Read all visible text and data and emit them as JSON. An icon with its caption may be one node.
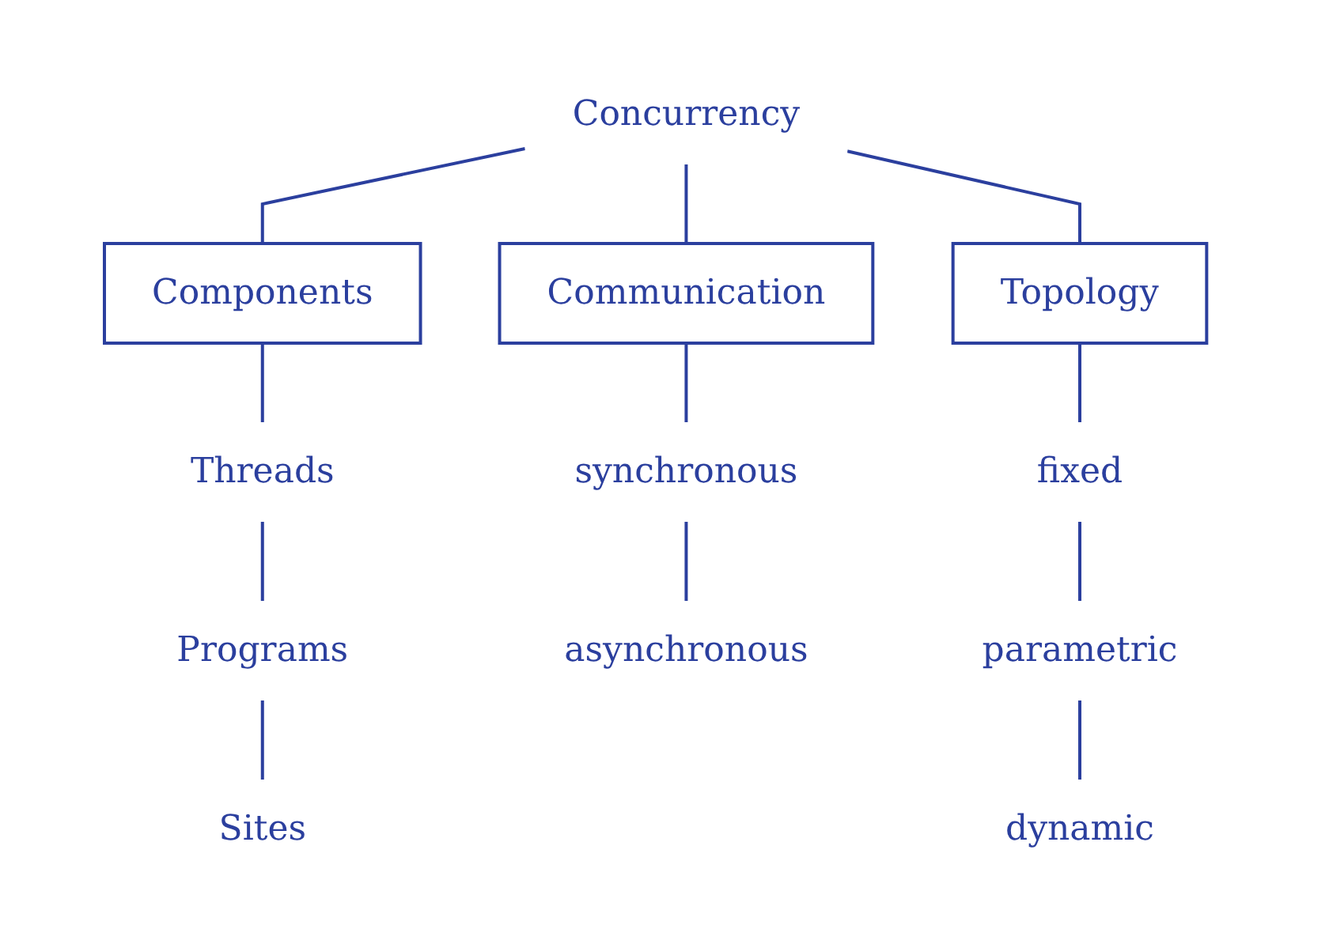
{
  "diagram": {
    "nodes": [
      {
        "text": [
          "Concurrency"
        ]
      },
      {
        "text": [
          "Components"
        ]
      },
      {
        "text": [
          "Communication"
        ]
      },
      {
        "text": [
          "Topology"
        ]
      },
      {
        "text": [
          "Threads"
        ]
      },
      {
        "text": [
          "Programs"
        ]
      },
      {
        "text": [
          "Sites"
        ]
      },
      {
        "text": [
          "synchronous"
        ]
      },
      {
        "text": [
          "asynchronous"
        ]
      },
      {
        "text": [
          "fixed"
        ]
      },
      {
        "text": [
          "parametric"
        ]
      },
      {
        "text": [
          "dynamic"
        ]
      }
    ],
    "edges": [
      {
        "from": 0,
        "to": 1,
        "arrow": "none"
      },
      {
        "from": 0,
        "to": 2,
        "arrow": "none"
      },
      {
        "from": 0,
        "to": 3,
        "arrow": "none"
      },
      {
        "from": 1,
        "to": 4,
        "arrow": "none"
      },
      {
        "from": 4,
        "to": 5,
        "arrow": "none"
      },
      {
        "from": 5,
        "to": 6,
        "arrow": "none"
      },
      {
        "from": 2,
        "to": 7,
        "arrow": "none"
      },
      {
        "from": 7,
        "to": 8,
        "arrow": "none"
      },
      {
        "from": 3,
        "to": 9,
        "arrow": "none"
      },
      {
        "from": 9,
        "to": 10,
        "arrow": "none"
      },
      {
        "from": 10,
        "to": 11,
        "arrow": "none"
      }
    ]
  }
}
